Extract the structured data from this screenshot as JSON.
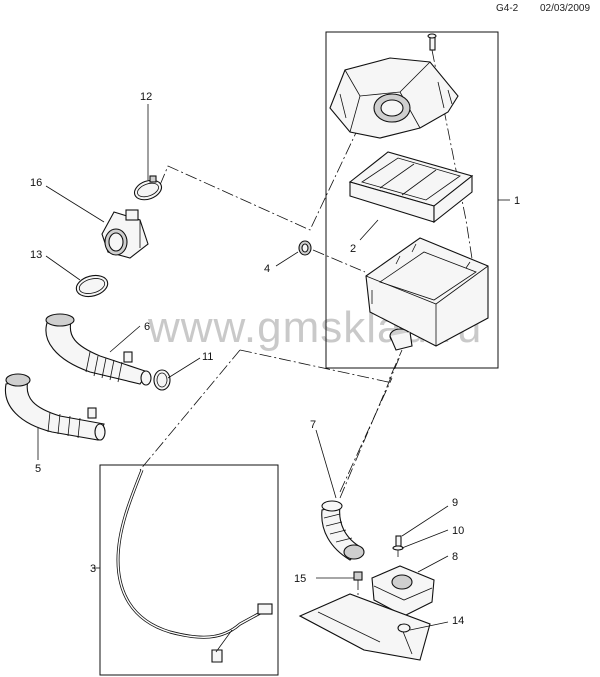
{
  "header": {
    "code": "G4-2",
    "date": "02/03/2009"
  },
  "watermark": "www.gmsklad.ru",
  "callouts": {
    "c1": "1",
    "c2": "2",
    "c3": "3",
    "c4": "4",
    "c5": "5",
    "c6": "6",
    "c7": "7",
    "c8": "8",
    "c9": "9",
    "c10": "10",
    "c11": "11",
    "c12": "12",
    "c13": "13",
    "c14": "14",
    "c15": "15",
    "c16": "16"
  }
}
